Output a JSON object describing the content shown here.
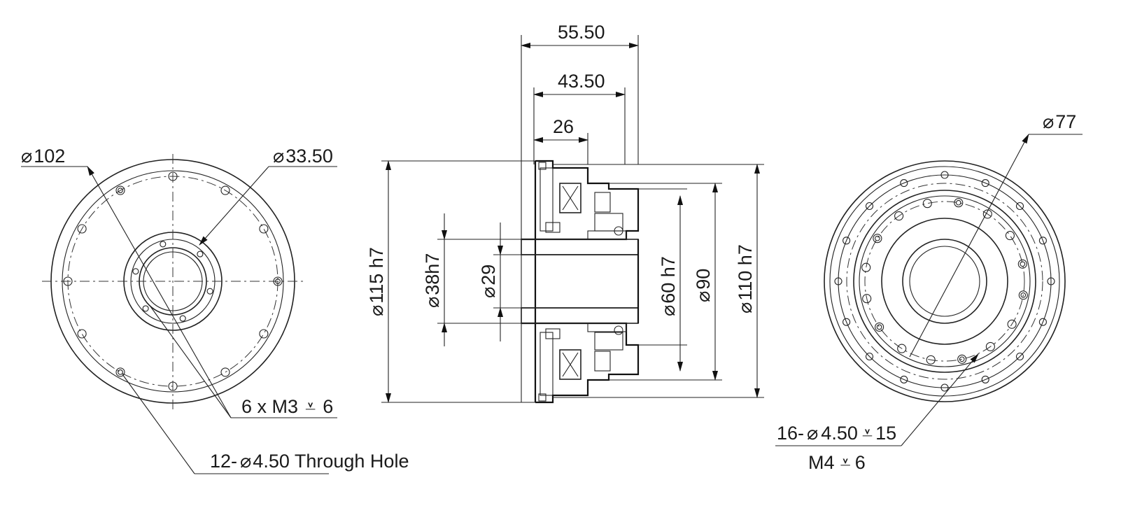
{
  "left_view": {
    "outer_diameter": "102",
    "bore_diameter": "33.50",
    "tapped_holes": "6 x  M3",
    "tapped_depth": "6",
    "through_holes": "12-",
    "through_hole_size": "4.50 Through Hole"
  },
  "section_view": {
    "length_overall": "55.50",
    "length_mid": "43.50",
    "length_short": "26",
    "dia_115": "115 h7",
    "dia_38": "38h7",
    "dia_29": "29",
    "dia_60": "60 h7",
    "dia_90": "90",
    "dia_110": "110 h7"
  },
  "right_view": {
    "pitch_diameter": "77",
    "holes_count": "16-",
    "holes_size": "4.50",
    "holes_depth": "15",
    "thread": "M4",
    "thread_depth": "6"
  },
  "symbols": {
    "diameter": "⌀",
    "depth": "⩡"
  }
}
